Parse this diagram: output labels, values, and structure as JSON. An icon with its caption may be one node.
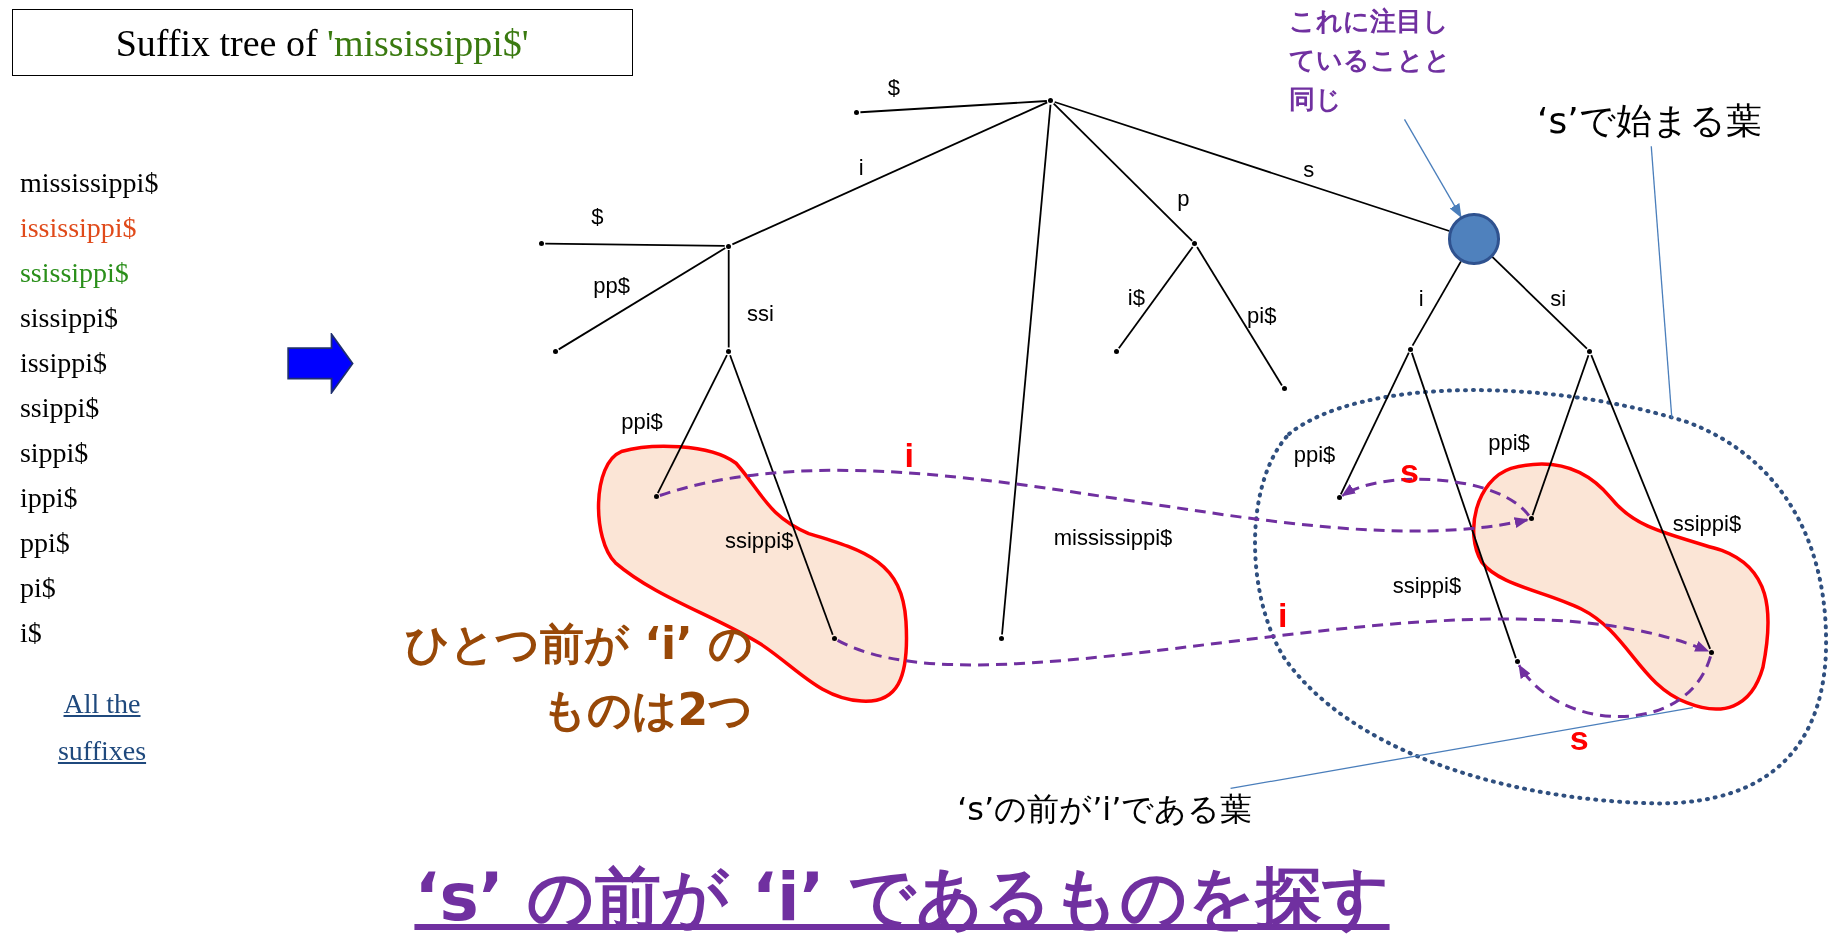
{
  "diagram": {
    "title": "‘s’ の前が ‘i’ であるものを探す",
    "nodes": [
      {
        "text": [
          "Suffix tree of",
          "'mississippi$'"
        ]
      },
      {
        "text": [],
        "shape": "point"
      },
      {
        "text": [],
        "shape": "point"
      },
      {
        "text": [],
        "shape": "point"
      },
      {
        "text": [],
        "shape": "point"
      },
      {
        "text": [],
        "shape": "point"
      },
      {
        "text": [],
        "shape": "point"
      },
      {
        "text": [],
        "shape": "point",
        "in": 20
      },
      {
        "text": [],
        "shape": "point",
        "in": 20
      },
      {
        "text": [],
        "shape": "point"
      },
      {
        "text": [],
        "shape": "point"
      },
      {
        "text": [],
        "shape": "point"
      },
      {
        "text": [],
        "shape": "point"
      },
      {
        "text": [],
        "shape": "circle"
      },
      {
        "text": [],
        "shape": "point"
      },
      {
        "text": [],
        "shape": "point",
        "in": 22
      },
      {
        "text": [],
        "shape": "point",
        "in": 22
      },
      {
        "text": [],
        "shape": "point"
      },
      {
        "text": [],
        "shape": "point",
        "in": 21
      },
      {
        "text": [],
        "shape": "point",
        "in": 21
      },
      {
        "text": [],
        "shape": "blob"
      },
      {
        "text": [],
        "shape": "blob",
        "in": 22
      },
      {
        "text": [],
        "shape": "ellipse"
      },
      {
        "text": [
          "これに注目していることと同じ"
        ]
      },
      {
        "text": [
          "‘s’で始まる葉"
        ]
      },
      {
        "text": [
          "‘s’の前が’i’である葉"
        ]
      }
    ],
    "edges": [
      {
        "from": 1,
        "to": 2,
        "arrow": "none",
        "label": "$"
      },
      {
        "from": 1,
        "to": 3,
        "arrow": "none",
        "label": "i"
      },
      {
        "from": 3,
        "to": 4,
        "arrow": "none",
        "label": "$"
      },
      {
        "from": 3,
        "to": 5,
        "arrow": "none",
        "label": "pp$"
      },
      {
        "from": 3,
        "to": 6,
        "arrow": "none",
        "label": "ssi"
      },
      {
        "from": 6,
        "to": 7,
        "arrow": "none",
        "label": "ppi$"
      },
      {
        "from": 6,
        "to": 8,
        "arrow": "none",
        "label": "ssippi$"
      },
      {
        "from": 1,
        "to": 9,
        "arrow": "none",
        "label": "mississippi$"
      },
      {
        "from": 1,
        "to": 10,
        "arrow": "none",
        "label": "p"
      },
      {
        "from": 10,
        "to": 11,
        "arrow": "none",
        "label": "i$"
      },
      {
        "from": 10,
        "to": 12,
        "arrow": "none",
        "label": "pi$"
      },
      {
        "from": 1,
        "to": 13,
        "arrow": "none",
        "label": "s"
      },
      {
        "from": 13,
        "to": 14,
        "arrow": "none",
        "label": "i"
      },
      {
        "from": 13,
        "to": 17,
        "arrow": "none",
        "label": "si"
      },
      {
        "from": 14,
        "to": 15,
        "arrow": "none",
        "label": "ppi$"
      },
      {
        "from": 14,
        "to": 16,
        "arrow": "none",
        "label": "ssippi$"
      },
      {
        "from": 17,
        "to": 18,
        "arrow": "none",
        "label": "ppi$"
      },
      {
        "from": 17,
        "to": 19,
        "arrow": "none",
        "label": "ssippi$"
      },
      {
        "from": 7,
        "to": 18,
        "arrow": "to",
        "label": "i",
        "style": "dashed",
        "color": "#7030a0"
      },
      {
        "from": 8,
        "to": 19,
        "arrow": "to",
        "label": "i",
        "style": "dashed",
        "color": "#7030a0"
      },
      {
        "from": 18,
        "to": 15,
        "arrow": "to",
        "label": "s",
        "style": "dashed",
        "color": "#7030a0"
      },
      {
        "from": 19,
        "to": 16,
        "arrow": "to",
        "label": "s",
        "style": "dashed",
        "color": "#7030a0"
      },
      {
        "from": 23,
        "to": 13,
        "arrow": "to",
        "color": "#4a7ebb"
      },
      {
        "from": 24,
        "to": 22,
        "arrow": "none",
        "color": "#4a7ebb"
      },
      {
        "from": 25,
        "to": 21,
        "arrow": "none",
        "color": "#4a7ebb"
      }
    ],
    "labels": [
      "mississippi$",
      "ississippi$",
      "ssissippi$",
      "sissippi$",
      "issippi$",
      "ssippi$",
      "sippi$",
      "ippi$",
      "ppi$",
      "pi$",
      "i$",
      "All the suffixes",
      "ひとつ前が ‘i’ のものは2つ"
    ]
  }
}
